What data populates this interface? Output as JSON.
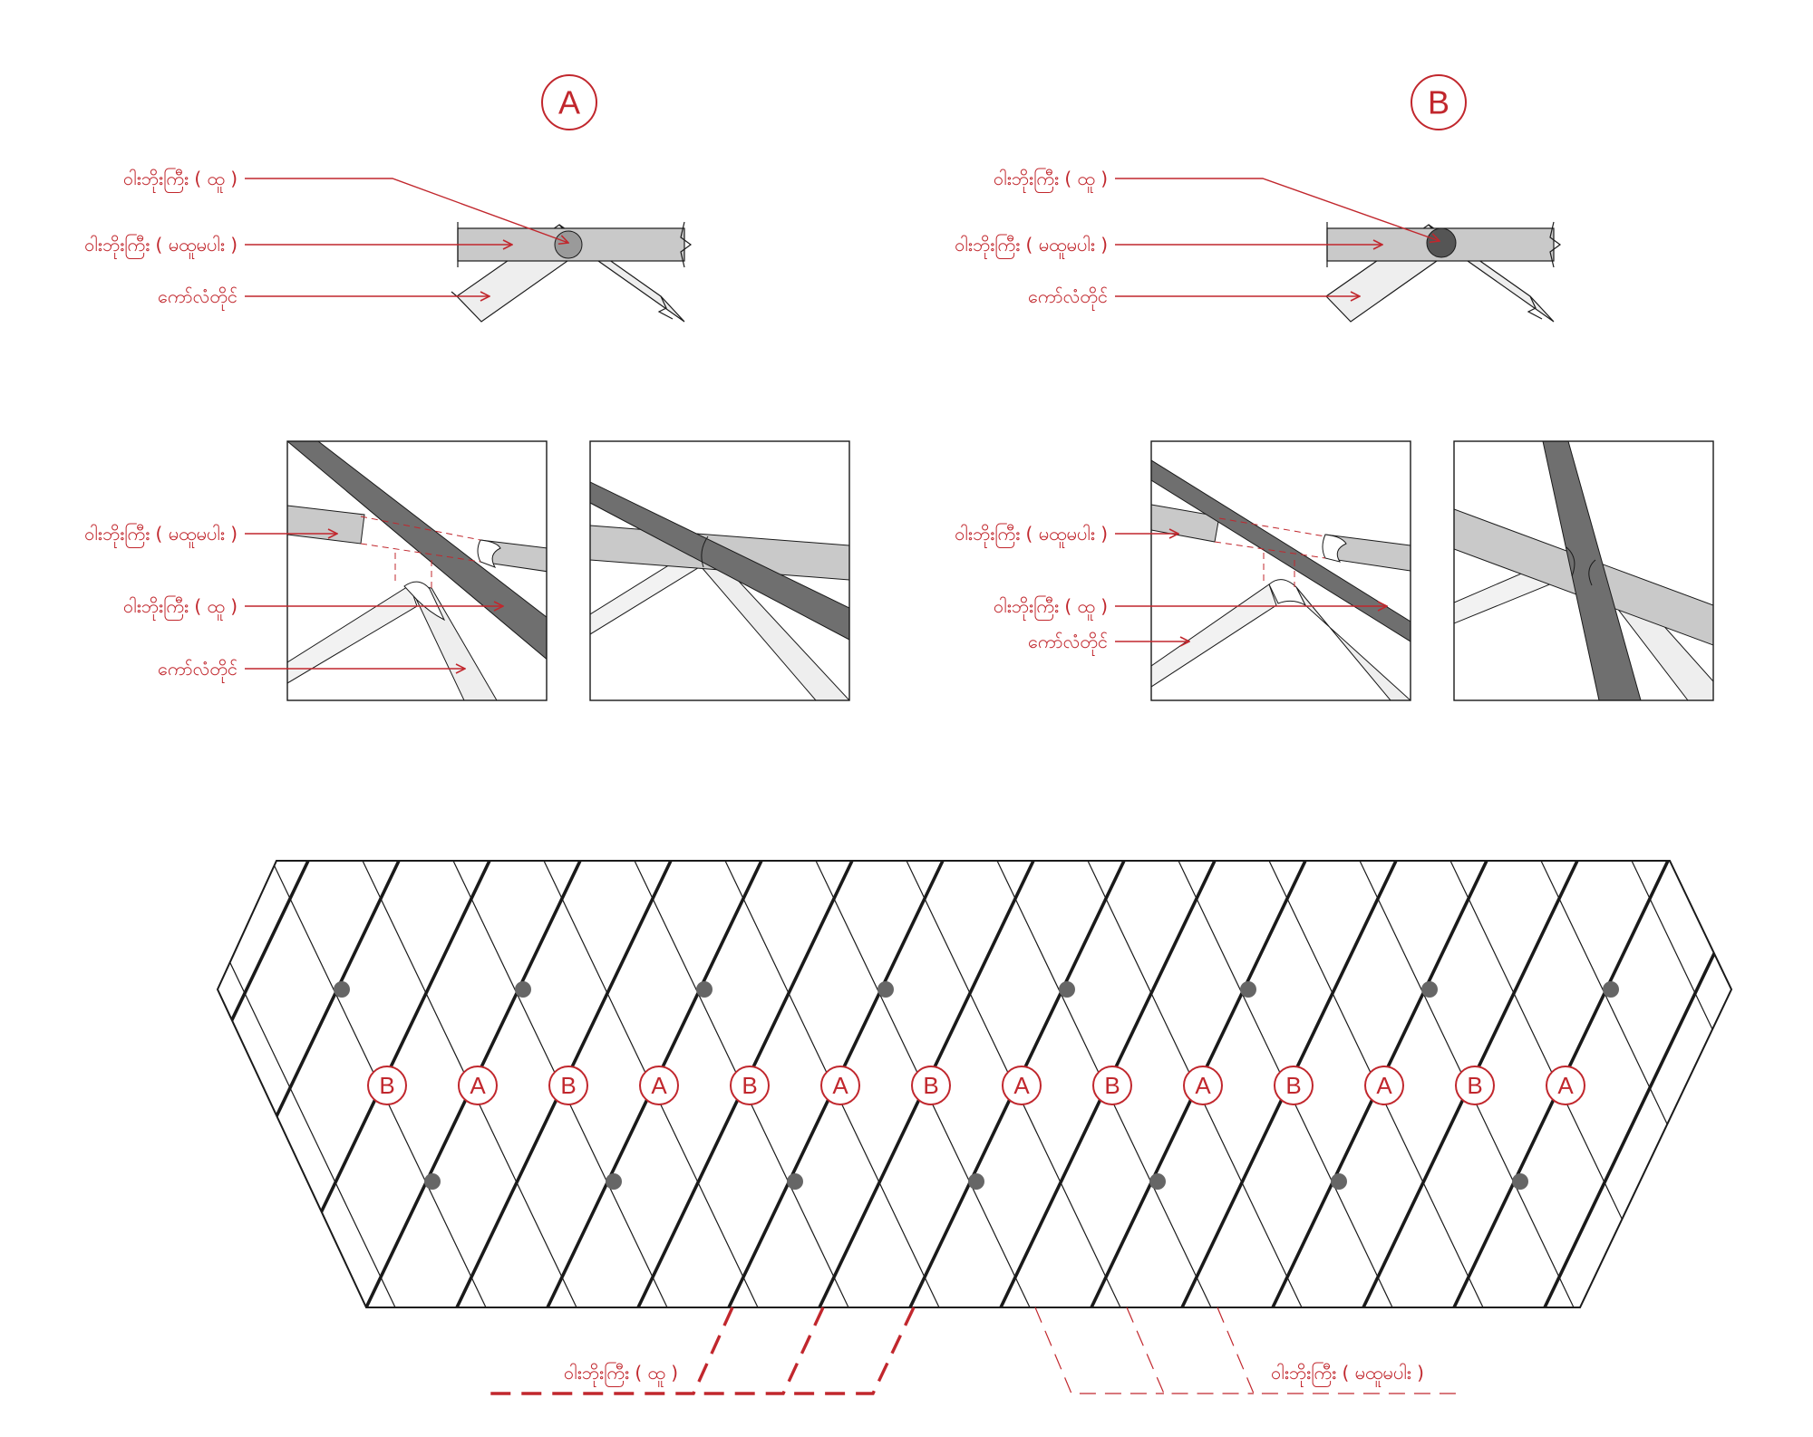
{
  "colors": {
    "accent_red": "#c1272d",
    "member_dark": "#6f6f6f",
    "member_mid": "#c9c9c9",
    "member_light": "#eeeeee",
    "line": "#1a1a1a"
  },
  "detail_a": {
    "title": "A",
    "label_top_member": "ဝါးဘိုးကြီး ( ထူ )",
    "label_continuous_member": "ဝါးဘိုးကြီး ( မထူမပါး )",
    "label_post": "ကော်လံတိုင်",
    "photo_label_continuous": "ဝါးဘိုးကြီး ( မထူမပါး )",
    "photo_label_top": "ဝါးဘိုးကြီး ( ထူ )",
    "photo_label_post": "ကော်လံတိုင်"
  },
  "detail_b": {
    "title": "B",
    "label_top_member": "ဝါးဘိုးကြီး ( ထူ )",
    "label_continuous_member": "ဝါးဘိုးကြီး ( မထူမပါး )",
    "label_post": "ကော်လံတိုင်",
    "photo_label_continuous": "ဝါးဘိုးကြီး ( မထူမပါး )",
    "photo_label_top": "ဝါးဘိုးကြီး ( ထူ )",
    "photo_label_post": "ကော်လံတိုင်"
  },
  "plan": {
    "markers": [
      "B",
      "A",
      "B",
      "A",
      "B",
      "A",
      "B",
      "A",
      "B",
      "A",
      "B",
      "A",
      "B",
      "A"
    ],
    "legend_thick": "ဝါးဘိုးကြီး ( ထူ )",
    "legend_thin": "ဝါးဘိုးကြီး ( မထူမပါး )"
  }
}
